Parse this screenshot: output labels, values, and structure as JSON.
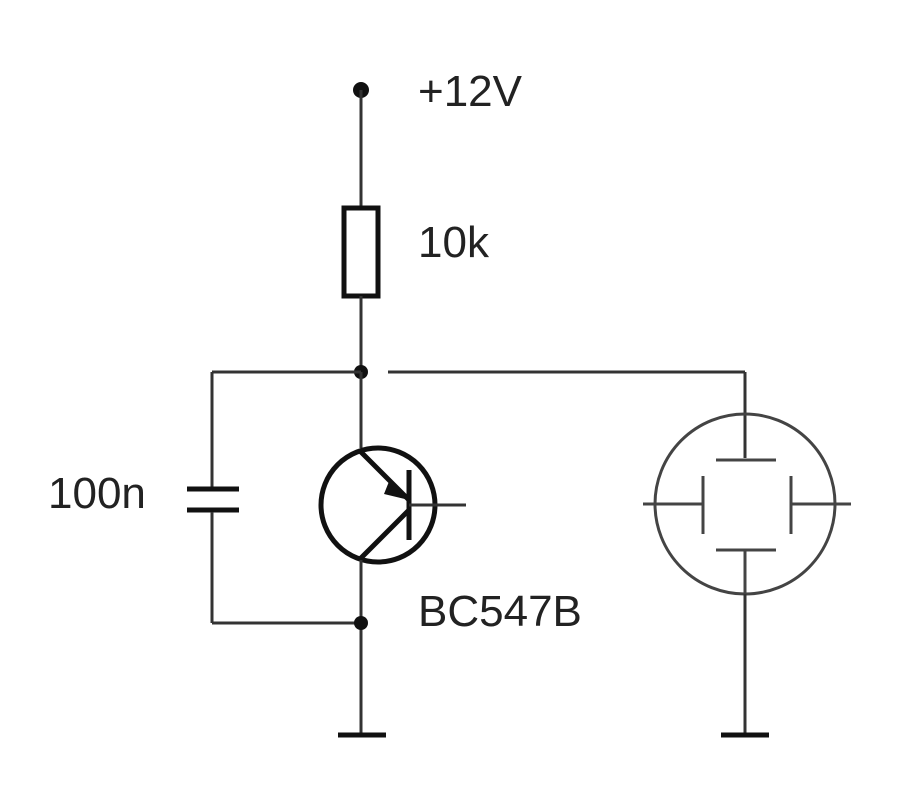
{
  "labels": {
    "supply": "+12V",
    "resistor": "10k",
    "capacitor": "100n",
    "transistor": "BC547B"
  }
}
